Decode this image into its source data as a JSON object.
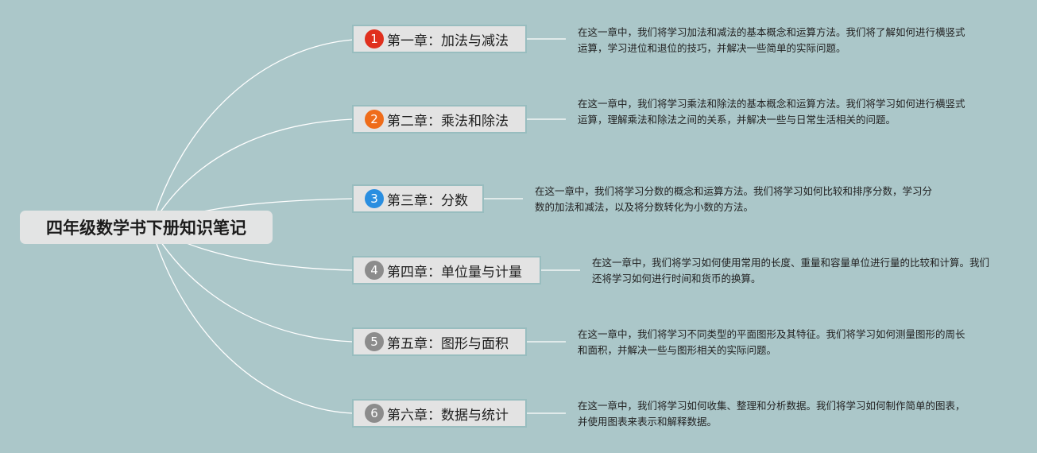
{
  "title": "四年级数学书下册知识笔记",
  "chapters": [
    {
      "number": "1",
      "badge_color": "#e0301e",
      "title": "第一章：加法与减法",
      "description": "在这一章中，我们将学习加法和减法的基本概念和运算方法。我们将了解如何进行横竖式运算，学习进位和退位的技巧，并解决一些简单的实际问题。"
    },
    {
      "number": "2",
      "badge_color": "#ef6c1a",
      "title": "第二章：乘法和除法",
      "description": "在这一章中，我们将学习乘法和除法的基本概念和运算方法。我们将学习如何进行横竖式运算，理解乘法和除法之间的关系，并解决一些与日常生活相关的问题。"
    },
    {
      "number": "3",
      "badge_color": "#2a8ee0",
      "title": "第三章：分数",
      "description": "在这一章中，我们将学习分数的概念和运算方法。我们将学习如何比较和排序分数，学习分数的加法和减法，以及将分数转化为小数的方法。"
    },
    {
      "number": "4",
      "badge_color": "#8c8c8c",
      "title": "第四章：单位量与计量",
      "description": "在这一章中，我们将学习如何使用常用的长度、重量和容量单位进行量的比较和计算。我们还将学习如何进行时间和货币的换算。"
    },
    {
      "number": "5",
      "badge_color": "#8c8c8c",
      "title": "第五章：图形与面积",
      "description": "在这一章中，我们将学习不同类型的平面图形及其特征。我们将学习如何测量图形的周长和面积，并解决一些与图形相关的实际问题。"
    },
    {
      "number": "6",
      "badge_color": "#8c8c8c",
      "title": "第六章：数据与统计",
      "description": "在这一章中，我们将学习如何收集、整理和分析数据。我们将学习如何制作简单的图表，并使用图表来表示和解释数据。"
    }
  ]
}
